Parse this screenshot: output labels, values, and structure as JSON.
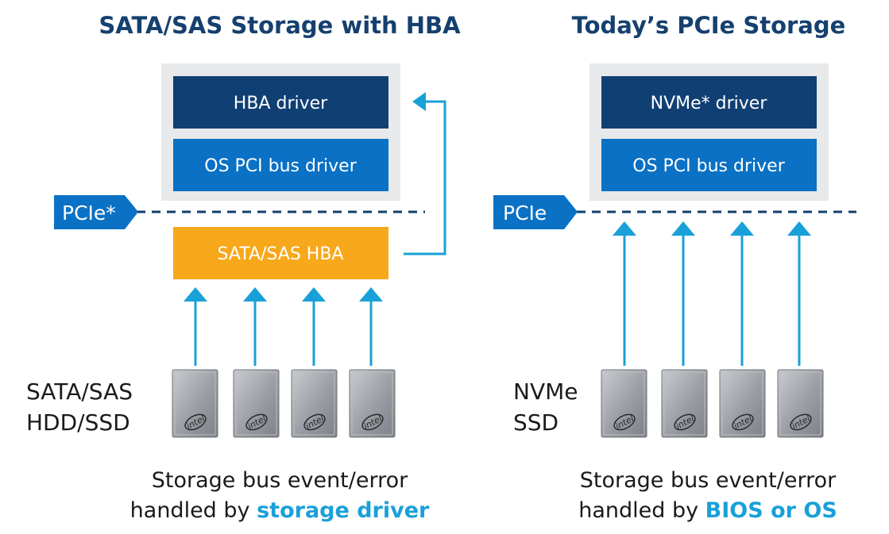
{
  "left": {
    "title": "SATA/SAS Storage with HBA",
    "top_box_label": "HBA driver",
    "bottom_box_label": "OS PCI bus driver",
    "bus_label": "PCIe*",
    "hba_label": "SATA/SAS HBA",
    "device_label_line1": "SATA/SAS",
    "device_label_line2": "HDD/SSD",
    "caption_line1": "Storage bus event/error",
    "caption_line2_prefix": "handled by ",
    "caption_line2_bold": "storage driver"
  },
  "right": {
    "title": "Today’s PCIe Storage",
    "top_box_label": "NVMe* driver",
    "bottom_box_label": "OS PCI bus driver",
    "bus_label": "PCIe",
    "device_label_line1": "NVMe",
    "device_label_line2": "SSD",
    "caption_line1": "Storage bus event/error",
    "caption_line2_prefix": "handled by ",
    "caption_line2_bold": "BIOS or OS"
  },
  "drive_logo_text": "intel",
  "colors": {
    "title": "#15406f",
    "dark_box": "#103f73",
    "blue_box": "#0a71c5",
    "container": "#e8e9ea",
    "pcie_tag": "#0a71c5",
    "bus_line": "#123f6d",
    "hba": "#f7a81b",
    "arrow": "#1aa0d8",
    "highlight": "#1aa0d8"
  }
}
